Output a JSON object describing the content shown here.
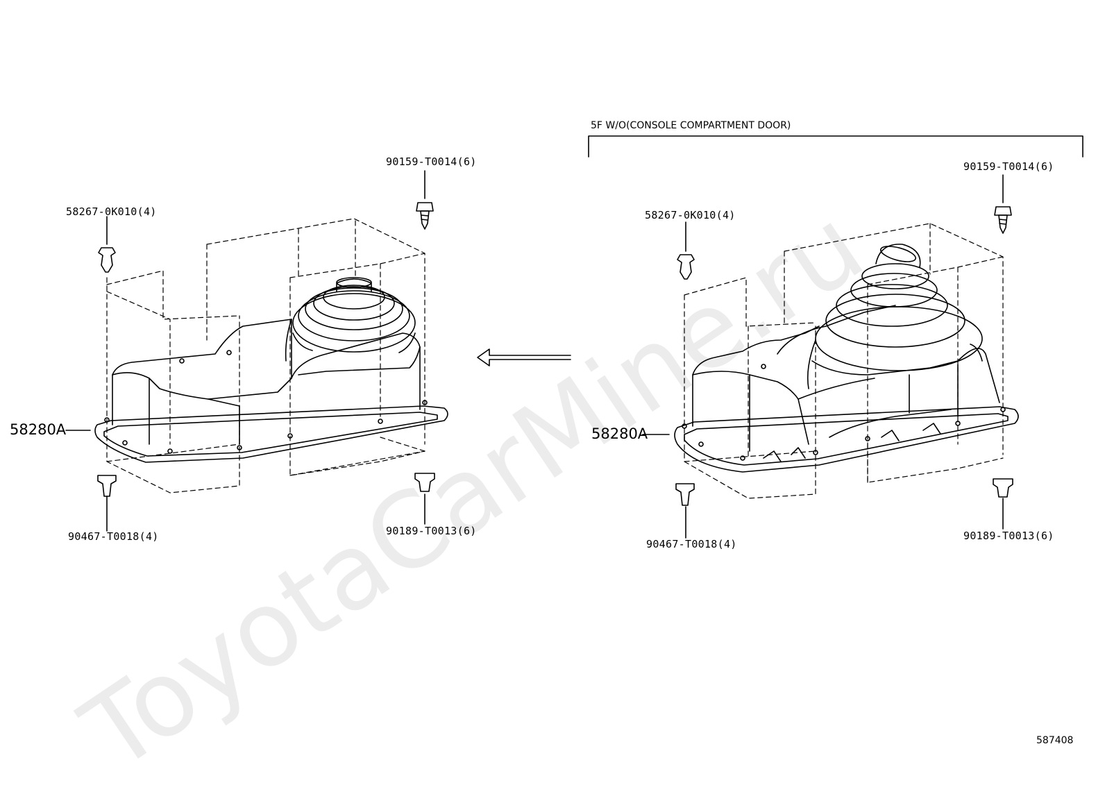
{
  "watermark": "ToyotaCarMine.ru",
  "diagram_code": "587408",
  "left_assembly": {
    "main_part": "58280A",
    "labels": {
      "top_screw": "90159-T0014(6)",
      "top_clip": "58267-0K010(4)",
      "bottom_clip": "90467-T0018(4)",
      "bottom_nut": "90189-T0013(6)"
    }
  },
  "right_assembly": {
    "condition": "5F W/O(CONSOLE COMPARTMENT DOOR)",
    "main_part": "58280A",
    "labels": {
      "top_screw": "90159-T0014(6)",
      "top_clip": "58267-0K010(4)",
      "bottom_clip": "90467-T0018(4)",
      "bottom_nut": "90189-T0013(6)"
    }
  }
}
